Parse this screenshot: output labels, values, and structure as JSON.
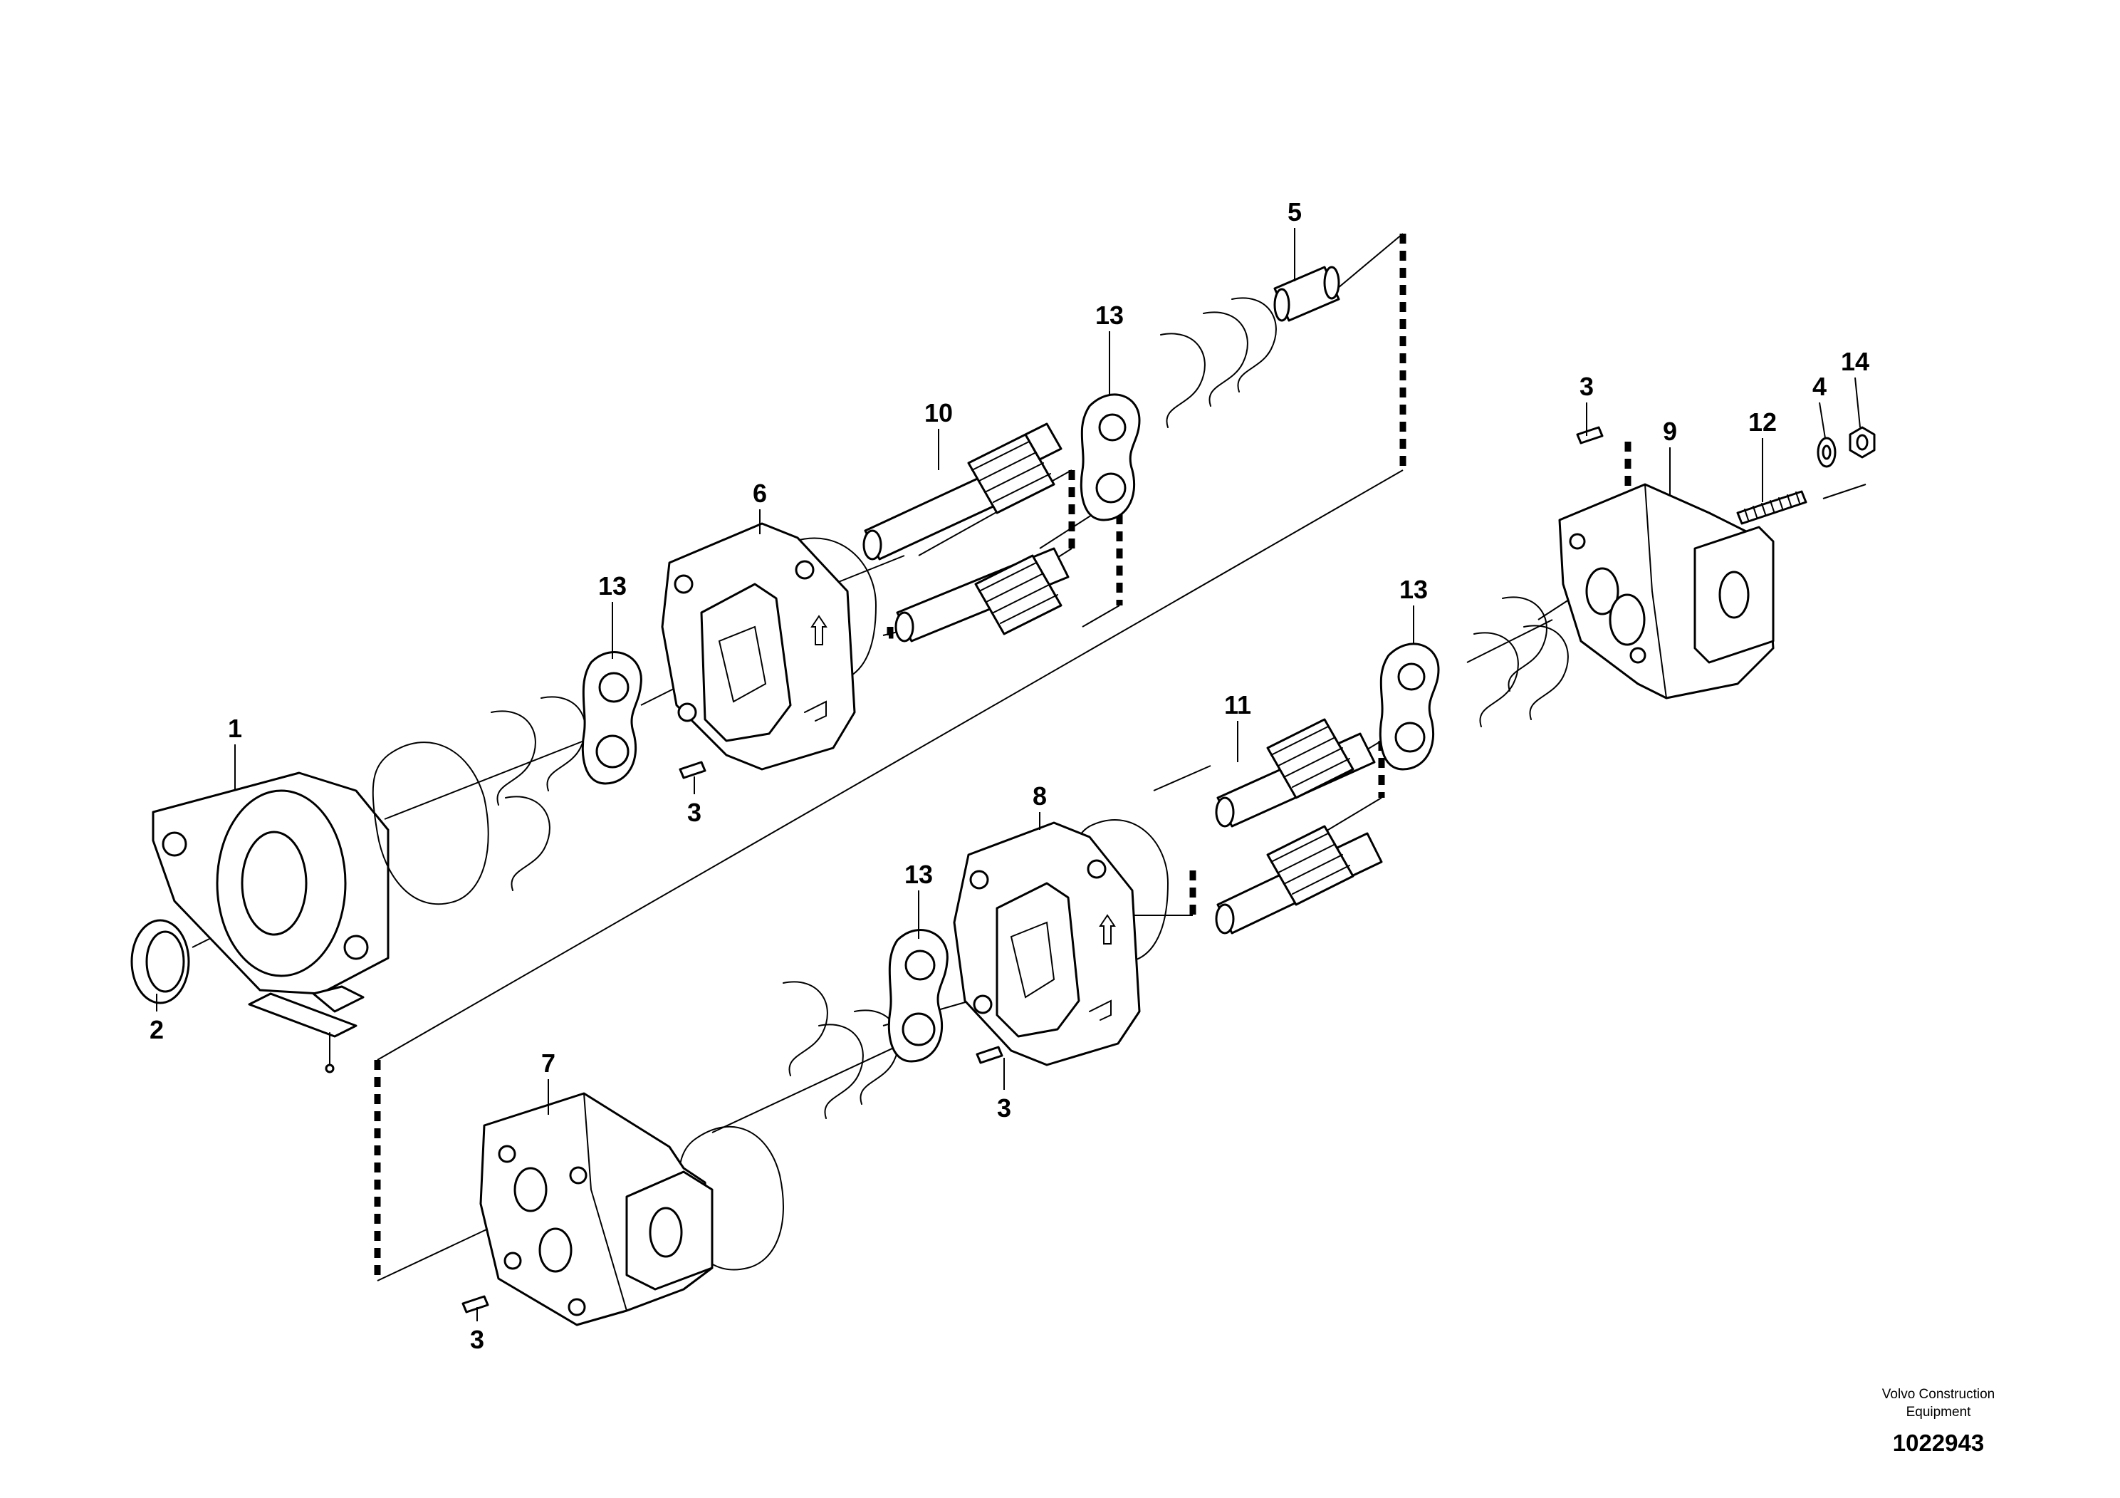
{
  "callouts": [
    {
      "id": "1",
      "label": "1"
    },
    {
      "id": "2",
      "label": "2"
    },
    {
      "id": "3a",
      "label": "3"
    },
    {
      "id": "3b",
      "label": "3"
    },
    {
      "id": "3c",
      "label": "3"
    },
    {
      "id": "3d",
      "label": "3"
    },
    {
      "id": "4",
      "label": "4"
    },
    {
      "id": "5",
      "label": "5"
    },
    {
      "id": "6",
      "label": "6"
    },
    {
      "id": "7",
      "label": "7"
    },
    {
      "id": "8",
      "label": "8"
    },
    {
      "id": "9",
      "label": "9"
    },
    {
      "id": "10",
      "label": "10"
    },
    {
      "id": "11",
      "label": "11"
    },
    {
      "id": "12",
      "label": "12"
    },
    {
      "id": "13a",
      "label": "13"
    },
    {
      "id": "13b",
      "label": "13"
    },
    {
      "id": "13c",
      "label": "13"
    },
    {
      "id": "13d",
      "label": "13"
    },
    {
      "id": "14",
      "label": "14"
    }
  ],
  "footer": {
    "brand_line1": "Volvo Construction",
    "brand_line2": "Equipment",
    "drawing_number": "1022943"
  }
}
